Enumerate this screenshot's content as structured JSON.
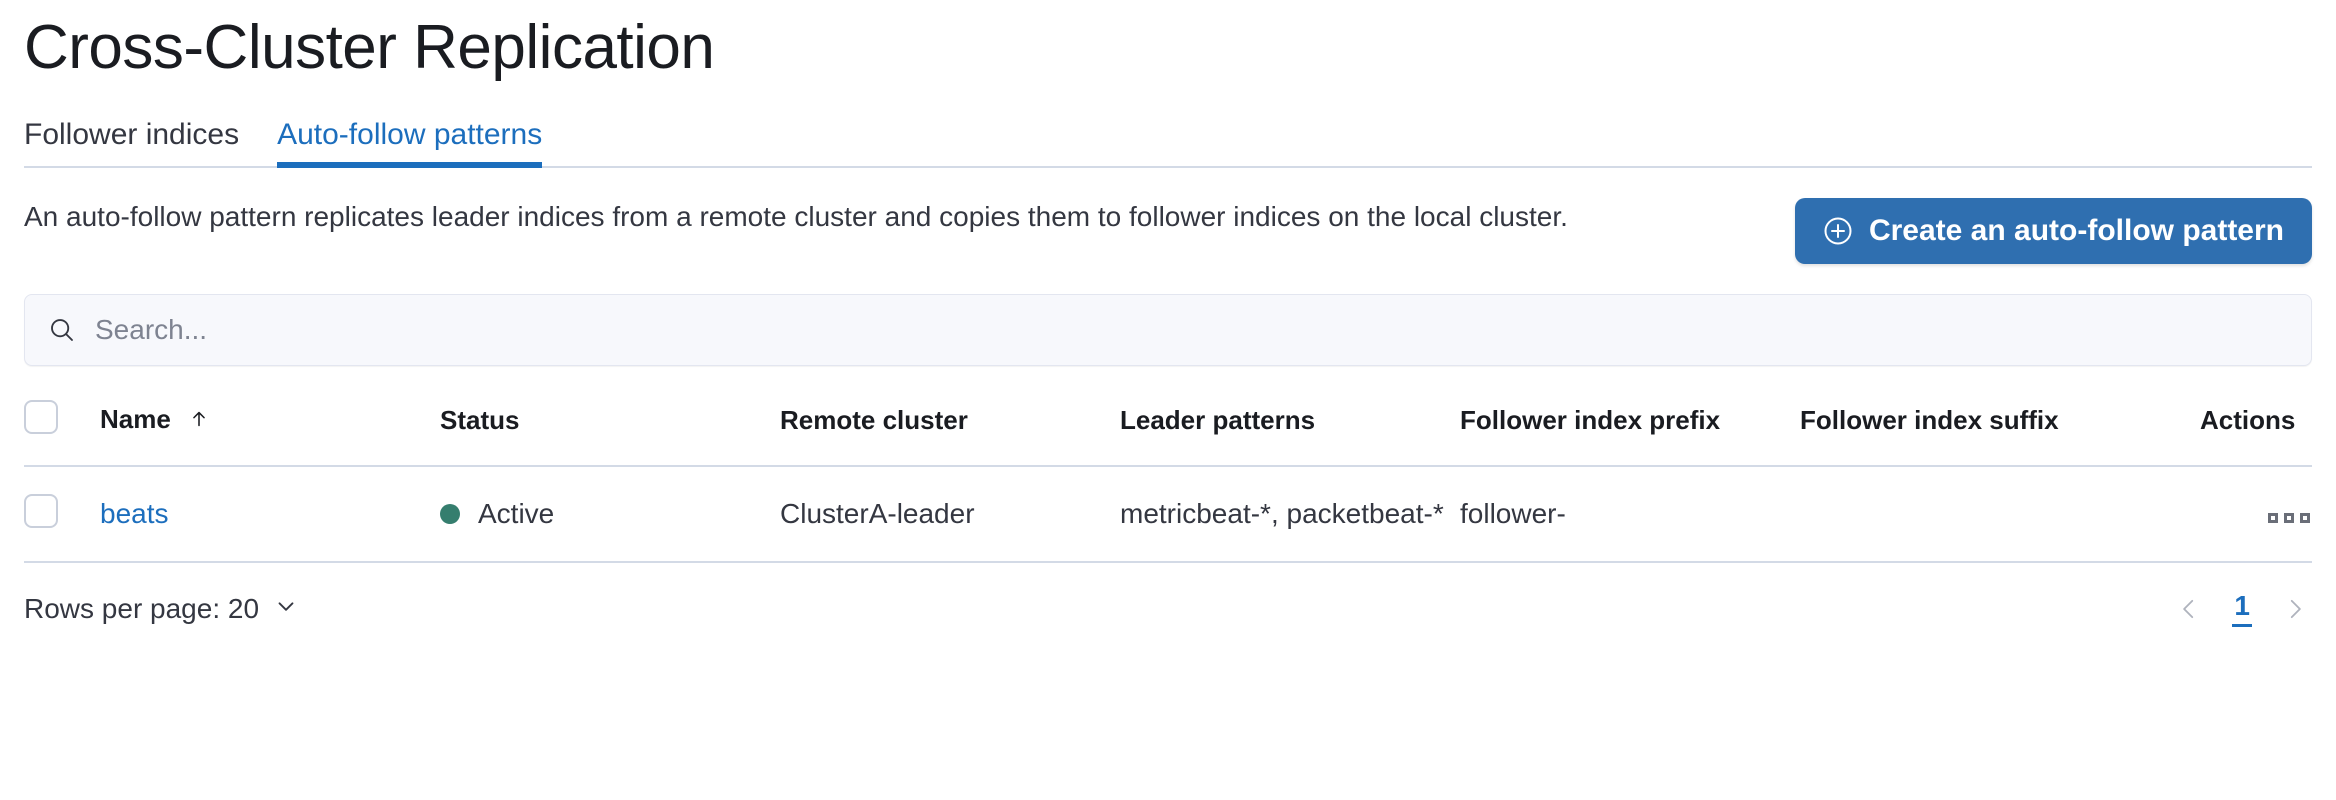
{
  "page": {
    "title": "Cross-Cluster Replication"
  },
  "tabs": [
    {
      "label": "Follower indices",
      "active": false
    },
    {
      "label": "Auto-follow patterns",
      "active": true
    }
  ],
  "intro": {
    "description": "An auto-follow pattern replicates leader indices from a remote cluster and copies them to follower indices on the local cluster.",
    "create_button_label": "Create an auto-follow pattern",
    "create_button_icon": "plus-in-circle-icon",
    "create_button_color": "#2F6FB0"
  },
  "search": {
    "icon": "search-icon",
    "value": "",
    "placeholder": "Search..."
  },
  "table": {
    "columns": [
      {
        "key": "name",
        "label": "Name",
        "sorted": "asc",
        "sort_icon": "arrow-up-icon"
      },
      {
        "key": "status",
        "label": "Status"
      },
      {
        "key": "remote_cluster",
        "label": "Remote cluster"
      },
      {
        "key": "leader_patterns",
        "label": "Leader patterns"
      },
      {
        "key": "follower_index_prefix",
        "label": "Follower index prefix"
      },
      {
        "key": "follower_index_suffix",
        "label": "Follower index suffix"
      },
      {
        "key": "actions",
        "label": "Actions"
      }
    ],
    "rows": [
      {
        "name": "beats",
        "status": "Active",
        "status_color": "#357E6E",
        "remote_cluster": "ClusterA-leader",
        "leader_patterns": "metricbeat-*, packetbeat-*",
        "follower_index_prefix": "follower-",
        "follower_index_suffix": "",
        "actions_icon": "more-actions-icon"
      }
    ]
  },
  "footer": {
    "rows_per_page_label": "Rows per page: 20",
    "rows_per_page_value": "20",
    "chevron_icon": "chevron-down-icon",
    "prev_icon": "chevron-left-icon",
    "next_icon": "chevron-right-icon",
    "current_page": "1"
  }
}
